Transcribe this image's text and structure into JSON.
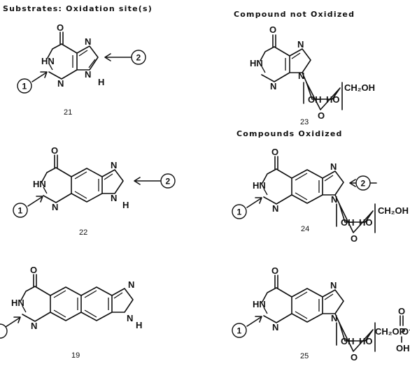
{
  "headings": {
    "substrates": "Substrates: Oxidation site(s)",
    "not_oxidized": "Compound not Oxidized",
    "oxidized": "Compounds Oxidized"
  },
  "atoms": {
    "O": "O",
    "N": "N",
    "HN": "HN",
    "H": "H",
    "OH": "OH",
    "HO": "HO",
    "CH2OH": "CH₂OH",
    "CH2OP": "CH₂OP",
    "O_minus": "O⁻",
    "P_eq_O": "O"
  },
  "sites": {
    "one": "1",
    "two": "2"
  },
  "compounds": {
    "c21": "21",
    "c22": "22",
    "c19": "19",
    "c23": "23",
    "c24": "24",
    "c25": "25"
  }
}
